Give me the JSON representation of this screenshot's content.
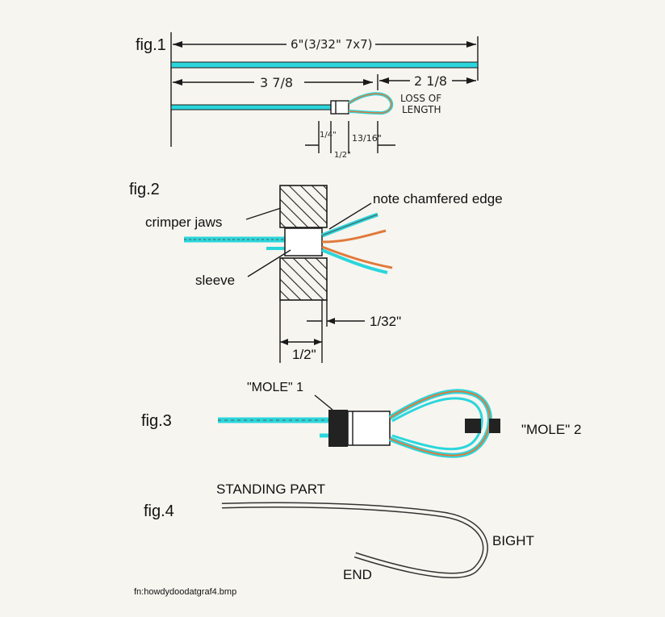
{
  "fig1": {
    "label": "fig.1",
    "overall": "6\"(3/32\" 7x7)",
    "left_len": "3 7/8",
    "right_len": "2 1/8",
    "loss_1": "LOSS OF",
    "loss_2": "LENGTH",
    "dim_a": "1/4\"",
    "dim_b": "1/2\"",
    "dim_c": "13/16\""
  },
  "fig2": {
    "label": "fig.2",
    "note": "note chamfered edge",
    "jaws": "crimper jaws",
    "sleeve": "sleeve",
    "gap": "1/32\"",
    "width": "1/2\""
  },
  "fig3": {
    "label": "fig.3",
    "mole1": "\"MOLE\" 1",
    "mole2": "\"MOLE\" 2"
  },
  "fig4": {
    "label": "fig.4",
    "standing": "STANDING PART",
    "bight": "BIGHT",
    "end": "END"
  },
  "footer": {
    "filename": "fn:howdydoodatgraf4.bmp"
  },
  "colors": {
    "cable": "#2ad6dc",
    "strand": "#e07a3c",
    "ink": "#1a1a1a",
    "paper": "#f7f5ef"
  }
}
